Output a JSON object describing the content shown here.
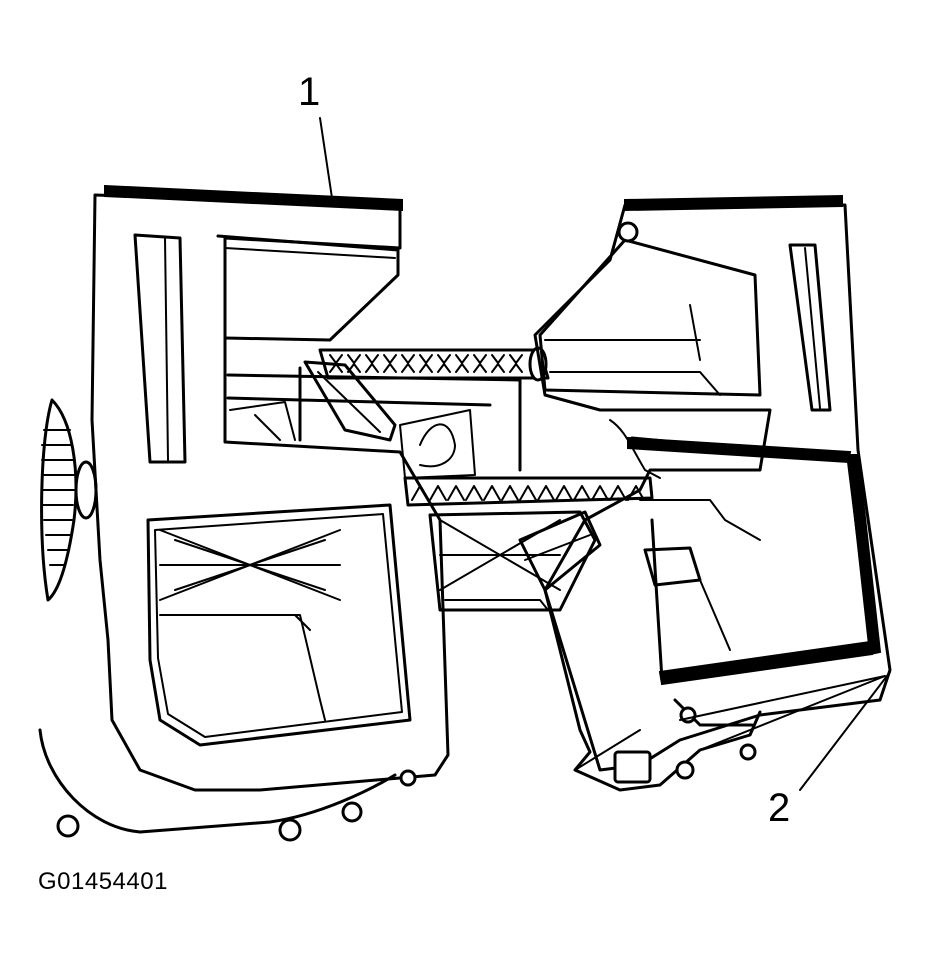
{
  "callouts": [
    {
      "label": "1"
    },
    {
      "label": "2"
    }
  ],
  "figure_id": "G01454401",
  "colors": {
    "ink": "#000000",
    "paper": "#ffffff"
  }
}
